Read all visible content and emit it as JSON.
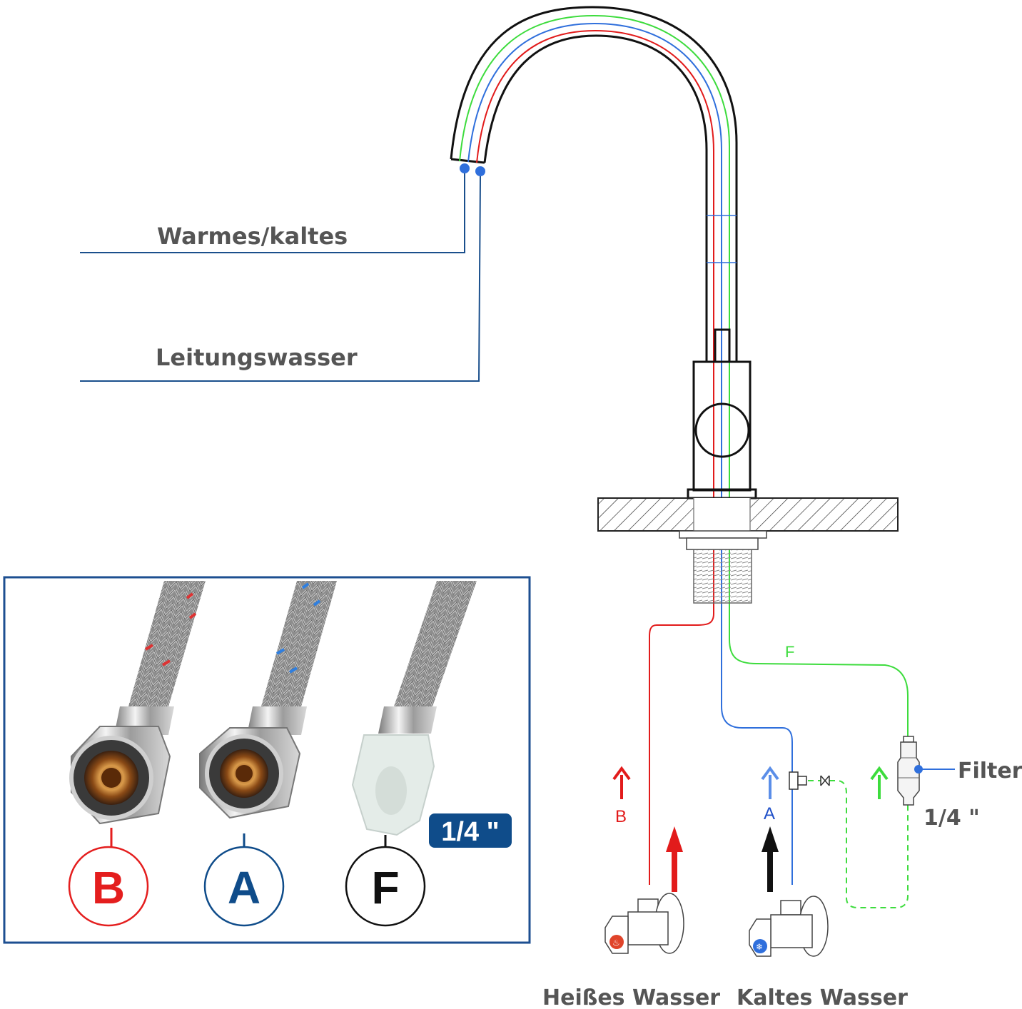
{
  "labels": {
    "mixed_outlet": "Warmes/kaltes",
    "tap_water_outlet": "Leitungswasser",
    "filter": "Filter",
    "size_right": "1/4 \"",
    "hot_water": "Heißes Wasser",
    "cold_water": "Kaltes Wasser",
    "line_F": "F",
    "arrow_B": "B",
    "arrow_A": "A"
  },
  "inset": {
    "badges": [
      {
        "letter": "B",
        "color": "#e41e1e"
      },
      {
        "letter": "A",
        "color": "#0f4c8a"
      },
      {
        "letter": "F",
        "color": "#111111"
      }
    ],
    "size_badge": "1/4 \"",
    "border_color": "#1d4f91"
  },
  "colors": {
    "hot_line": "#e21b1b",
    "cold_line": "#2f6fdc",
    "filter_line": "#3ddc3d",
    "leader": "#1a4f8c",
    "outline": "#111111"
  }
}
